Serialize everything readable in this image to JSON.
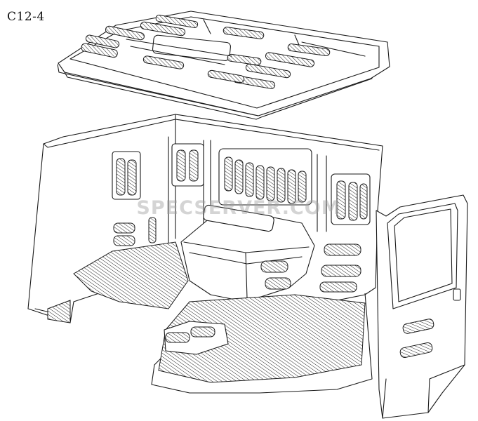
{
  "figure": {
    "label": "C12-4",
    "watermark": "SPECSERVER.COM"
  },
  "colors": {
    "line": "#1a1a1a",
    "background": "#ffffff",
    "watermark": "#a0a0a0"
  },
  "parts": [
    "roof-liner",
    "cab-interior-trim",
    "door-trim-panel"
  ]
}
